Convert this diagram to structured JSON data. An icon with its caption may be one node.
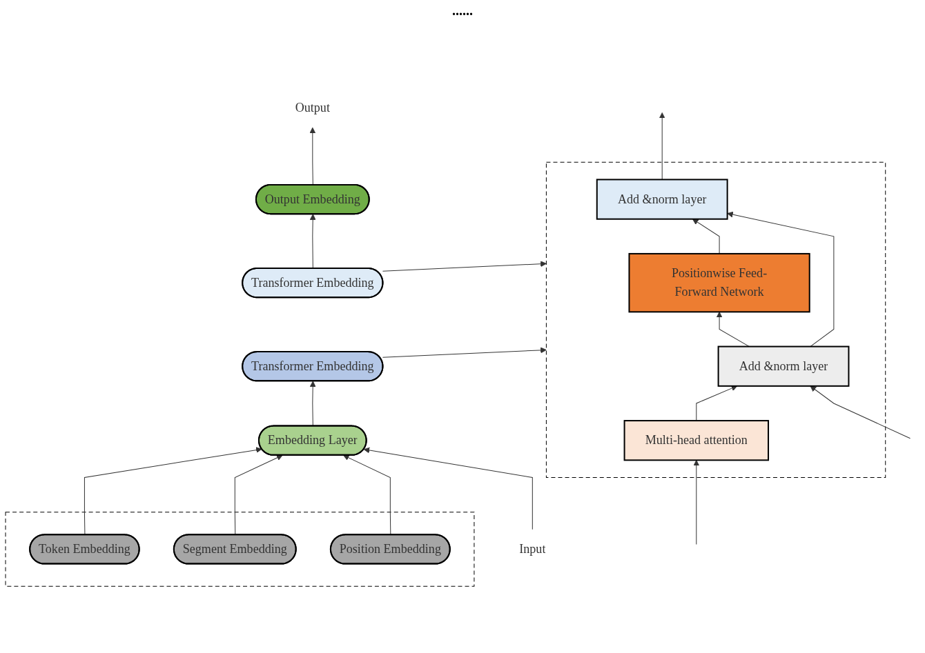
{
  "diagram": {
    "nodes": [
      {
        "text": [
          "Output"
        ]
      },
      {
        "text": [
          "Output Embedding"
        ]
      },
      {
        "text": [
          "Transformer Embedding"
        ]
      },
      {
        "text": [],
        "shape": "box"
      },
      {
        "text": [
          "Add &norm layer"
        ],
        "in": 3
      },
      {
        "text": [
          "Positionwise Feed-Forward Network"
        ],
        "in": 3
      },
      {
        "text": [
          "Add &norm layer"
        ],
        "in": 3
      },
      {
        "text": [
          "Multi-head attention"
        ],
        "in": 3
      },
      {
        "text": [
          "Transformer Embedding"
        ]
      },
      {
        "text": [],
        "shape": "box"
      },
      {
        "text": [
          "Token Embedding"
        ],
        "in": 9
      },
      {
        "text": [
          "Segment Embedding"
        ],
        "in": 9
      },
      {
        "text": [
          "Position Embedding"
        ],
        "in": 9
      },
      {
        "text": [
          "Embedding Layer"
        ]
      },
      {
        "text": [
          "Input"
        ]
      }
    ],
    "edges": [
      {
        "from": 1,
        "to": 0,
        "arrow": "to"
      },
      {
        "from": 2,
        "to": 1,
        "arrow": "to"
      },
      {
        "from": 2,
        "to": 3,
        "arrow": "to"
      },
      {
        "from": 8,
        "to": 3,
        "arrow": "to"
      },
      {
        "from": 13,
        "to": 8,
        "arrow": "to"
      },
      {
        "from": 14,
        "to": 13,
        "arrow": "to"
      },
      {
        "from": 10,
        "to": 13,
        "arrow": "to"
      },
      {
        "from": 11,
        "to": 13,
        "arrow": "to"
      },
      {
        "from": 12,
        "to": 13,
        "arrow": "to"
      },
      {
        "from": null,
        "to": 7,
        "arrow": "to"
      },
      {
        "from": null,
        "to": 6,
        "arrow": "to"
      },
      {
        "from": 7,
        "to": 6,
        "arrow": "to"
      },
      {
        "from": 6,
        "to": 5,
        "arrow": "to"
      },
      {
        "from": 6,
        "to": 4,
        "arrow": "to"
      },
      {
        "from": 5,
        "to": 4,
        "arrow": "to"
      },
      {
        "from": 4,
        "to": null,
        "arrow": "to"
      }
    ],
    "labels": [
      "......"
    ]
  }
}
